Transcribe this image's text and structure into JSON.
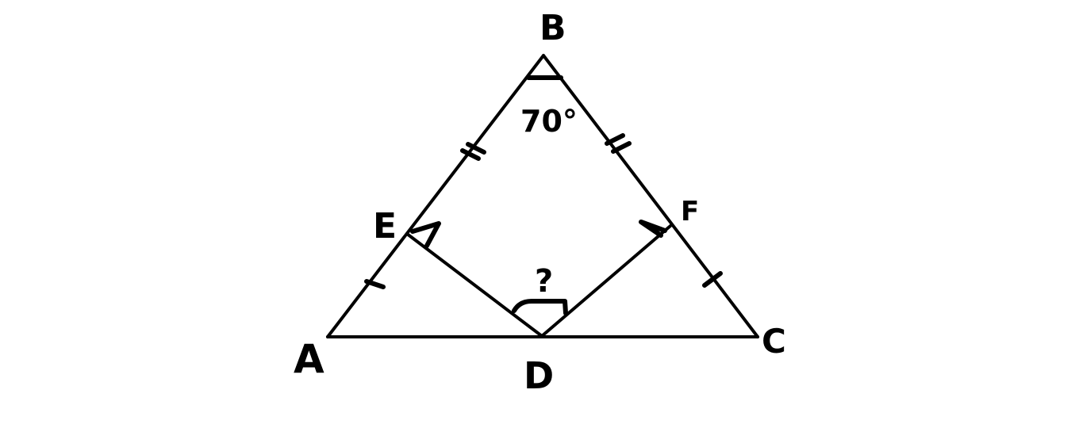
{
  "diagram": {
    "points": {
      "A": "A",
      "B": "B",
      "C": "C",
      "D": "D",
      "E": "E",
      "F": "F"
    },
    "angle_B_label": "70°",
    "unknown_angle_label": "?",
    "colors": {
      "stroke": "#000000",
      "background": "#ffffff"
    }
  }
}
